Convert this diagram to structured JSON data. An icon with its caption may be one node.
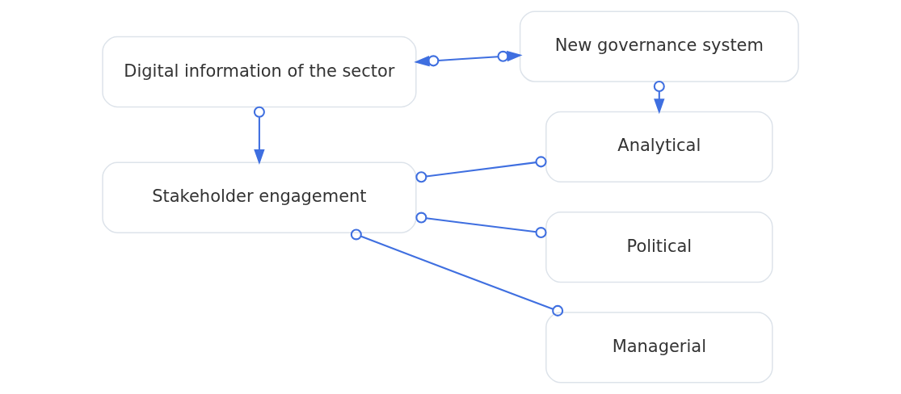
{
  "diagram": {
    "nodes": [
      {
        "text": [
          "Digital information of the sector"
        ]
      },
      {
        "text": [
          "New governance system"
        ]
      },
      {
        "text": [
          "Stakeholder engagement"
        ]
      },
      {
        "text": [
          "Analytical"
        ]
      },
      {
        "text": [
          "Political"
        ]
      },
      {
        "text": [
          "Managerial"
        ]
      }
    ],
    "edges": [
      {
        "from": 0,
        "to": 1,
        "arrow": "both"
      },
      {
        "from": 0,
        "to": 2,
        "arrow": "to"
      },
      {
        "from": 1,
        "to": 3,
        "arrow": "to"
      },
      {
        "from": 2,
        "to": 3,
        "arrow": "other"
      },
      {
        "from": 2,
        "to": 4,
        "arrow": "other"
      },
      {
        "from": 2,
        "to": 5,
        "arrow": "other"
      }
    ]
  }
}
